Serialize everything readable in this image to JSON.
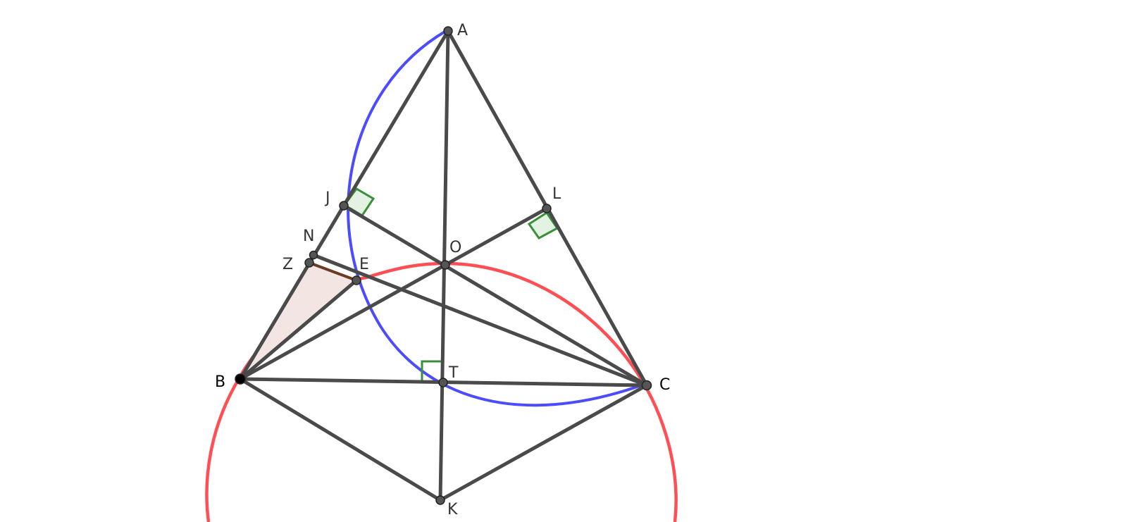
{
  "points": {
    "A": "A",
    "B": "B",
    "C": "C",
    "E": "E",
    "J": "J",
    "K": "K",
    "L": "L",
    "N": "N",
    "O": "O",
    "T": "T",
    "Z": "Z"
  },
  "colors": {
    "segment": "#4a4a4a",
    "blue_arc": "#4b4bff",
    "red_arc": "#ff4f55",
    "right_angle_mark": "#3a8f3a",
    "right_angle_fill": "#e3f2e3",
    "triangle_edge": "#6b3b22",
    "triangle_fill": "#f3e6e2",
    "point_fill": "#555555",
    "point_B_fill": "#000000"
  }
}
